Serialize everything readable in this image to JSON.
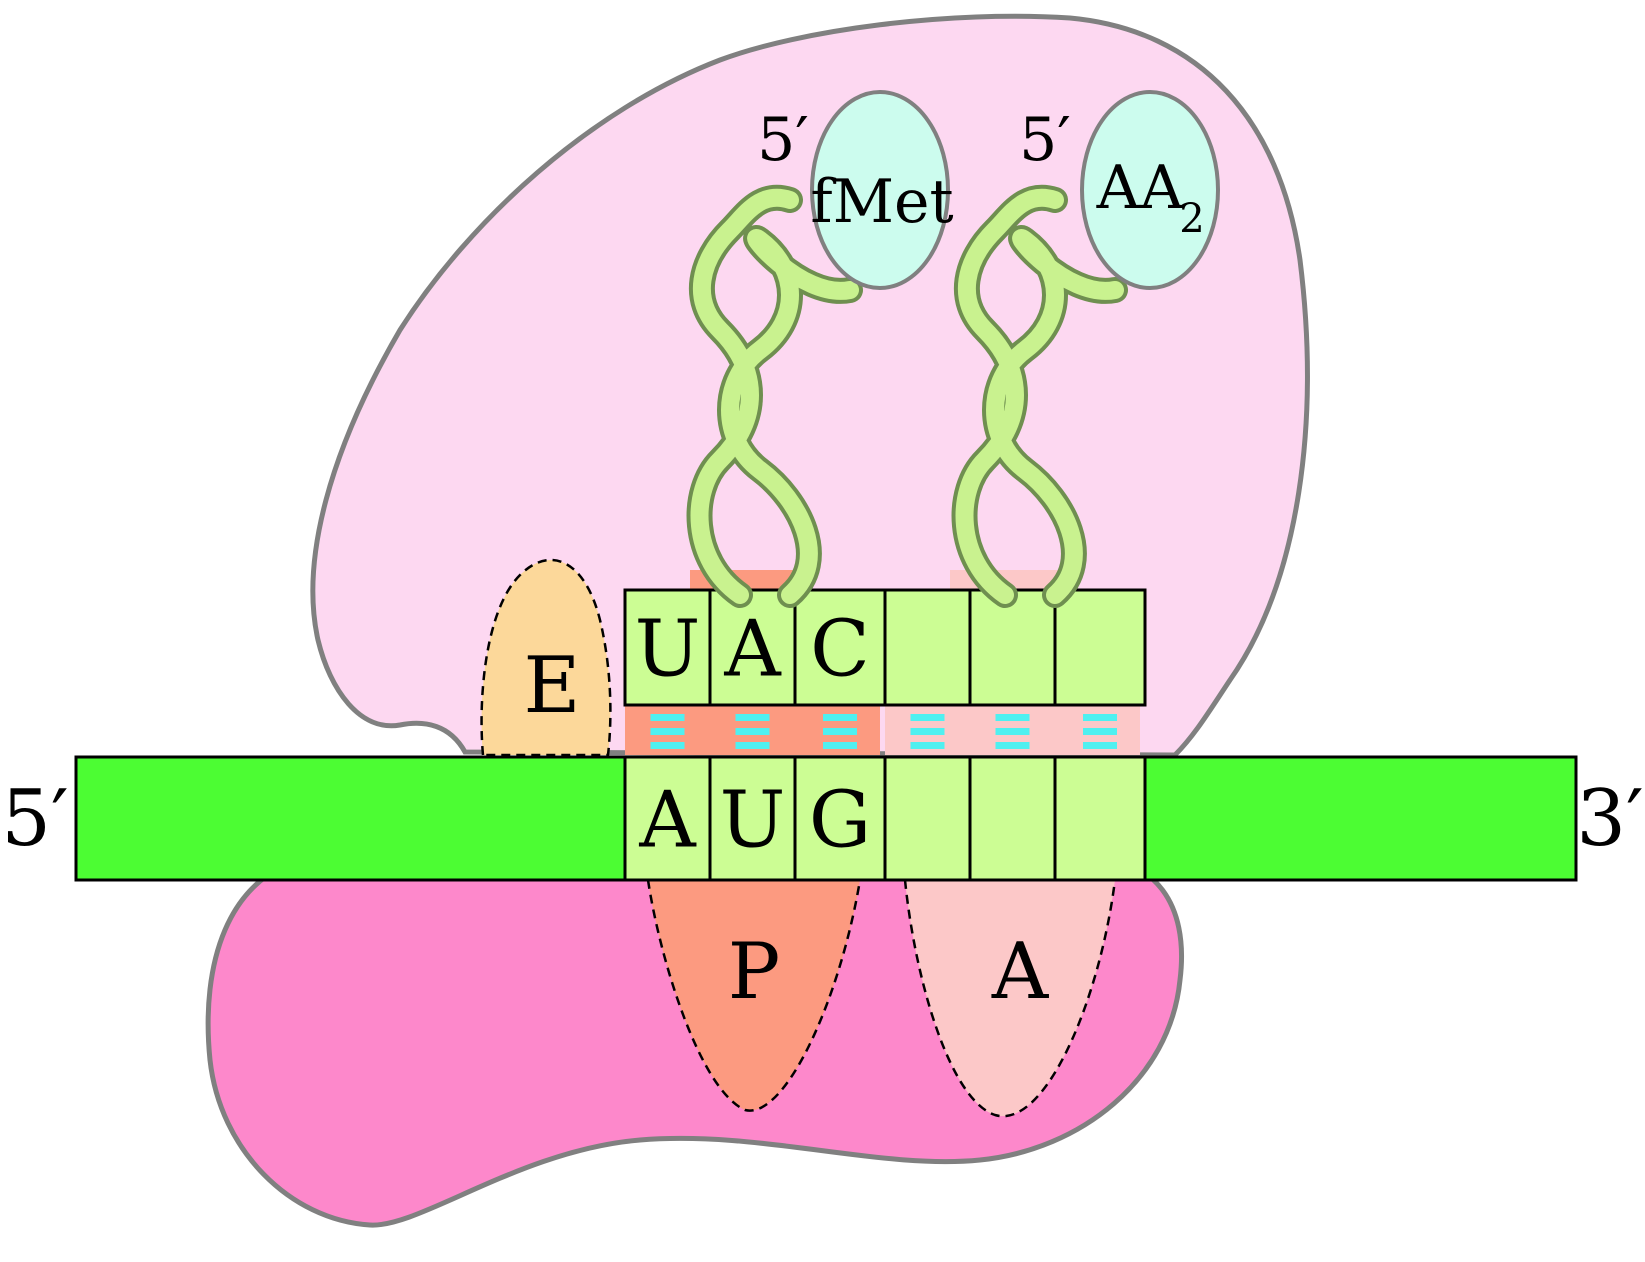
{
  "colors": {
    "large_subunit": "#fdd8f1",
    "small_subunit": "#fd88cb",
    "subunit_outline": "#808080",
    "mrna": "#4cfd33",
    "codon": "#ccfd94",
    "trna": "#c9f28f",
    "trna_outline": "#6f8f50",
    "amino_acid": "#ccfcee",
    "site_e": "#fcd89a",
    "site_p": "#fc9a80",
    "site_a": "#fcc8c8",
    "h_bond": "#4ff0f0"
  },
  "mrna": {
    "end_left": "5′",
    "end_right": "3′",
    "codons": [
      "A",
      "U",
      "G",
      "",
      "",
      ""
    ]
  },
  "trna": {
    "anticodon": [
      "U",
      "A",
      "C",
      "",
      "",
      ""
    ],
    "first": {
      "end_label": "5′",
      "amino_acid": "fMet"
    },
    "second": {
      "end_label": "5′",
      "amino_acid": "AA",
      "amino_acid_sub": "2"
    }
  },
  "sites": {
    "e": "E",
    "p": "P",
    "a": "A"
  }
}
